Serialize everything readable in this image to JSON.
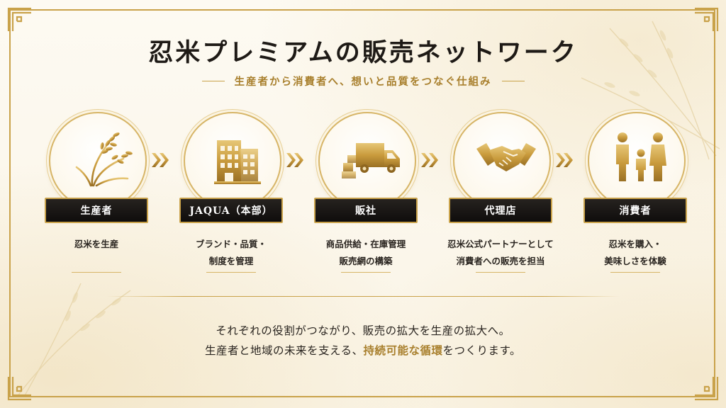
{
  "header": {
    "title": "忍米プレミアムの販売ネットワーク",
    "subtitle": "生産者から消費者へ、想いと品質をつなぐ仕組み"
  },
  "steps": [
    {
      "label": "生産者",
      "icon": "rice-plant-icon",
      "desc": [
        "忍米を生産"
      ]
    },
    {
      "label": "JAQUA（本部）",
      "icon": "office-building-icon",
      "desc": [
        "ブランド・品質・",
        "制度を管理"
      ]
    },
    {
      "label": "販社",
      "icon": "delivery-truck-icon",
      "desc": [
        "商品供給・在庫管理",
        "販売網の構築"
      ]
    },
    {
      "label": "代理店",
      "icon": "handshake-icon",
      "desc": [
        "忍米公式パートナーとして",
        "消費者への販売を担当"
      ]
    },
    {
      "label": "消費者",
      "icon": "family-icon",
      "desc": [
        "忍米を購入・",
        "美味しさを体験"
      ]
    }
  ],
  "message": {
    "line1": "それぞれの役割がつながり、販売の拡大を生産の拡大へ。",
    "line2_before": "生産者と地域の未来を支える、",
    "line2_accent": "持続可能な循環",
    "line2_after": "をつくります。"
  },
  "colors": {
    "gold": "#c9a24a",
    "accent_text": "#a87f2c",
    "label_bg": "#1a1715",
    "background": "#fbf6ea"
  }
}
